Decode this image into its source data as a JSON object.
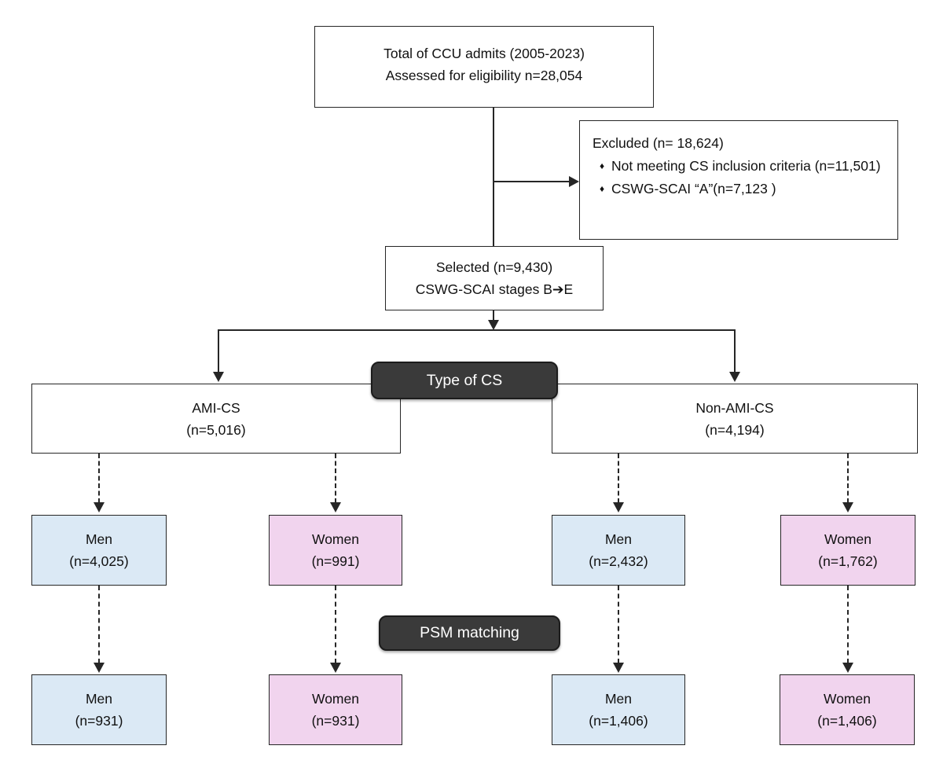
{
  "colors": {
    "background": "#ffffff",
    "men_fill": "#dbe9f5",
    "women_fill": "#f1d4ee",
    "badge_fill": "#3a3a3a",
    "badge_text": "#ffffff",
    "line": "#262626",
    "box_border": "#262626",
    "text": "#111111"
  },
  "flow": {
    "total_box": {
      "line1": "Total of CCU admits (2005-2023)",
      "line2": "Assessed for eligibility n=28,054"
    },
    "excluded_box": {
      "title": "Excluded (n= 18,624)",
      "bullet_icon": "♦",
      "bullets": [
        "Not meeting CS inclusion criteria (n=11,501)",
        "CSWG-SCAI “A”(n=7,123 )"
      ]
    },
    "selected_box": {
      "line1": "Selected (n=9,430)",
      "line2": "CSWG-SCAI stages B➔E"
    },
    "type_of_cs_badge": "Type of CS",
    "psm_badge": "PSM matching",
    "ami_cs_box": {
      "line1": "AMI-CS",
      "line2": "(n=5,016)"
    },
    "non_ami_cs_box": {
      "line1": "Non-AMI-CS",
      "line2": "(n=4,194)"
    },
    "pre_match_row": [
      {
        "label": "Men",
        "count": "(n=4,025)"
      },
      {
        "label": "Women",
        "count": "(n=991)"
      },
      {
        "label": "Men",
        "count": "(n=2,432)"
      },
      {
        "label": "Women",
        "count": "(n=1,762)"
      }
    ],
    "post_match_row": [
      {
        "label": "Men",
        "count": "(n=931)"
      },
      {
        "label": "Women",
        "count": "(n=931)"
      },
      {
        "label": "Men",
        "count": "(n=1,406)"
      },
      {
        "label": "Women",
        "count": "(n=1,406)"
      }
    ]
  }
}
